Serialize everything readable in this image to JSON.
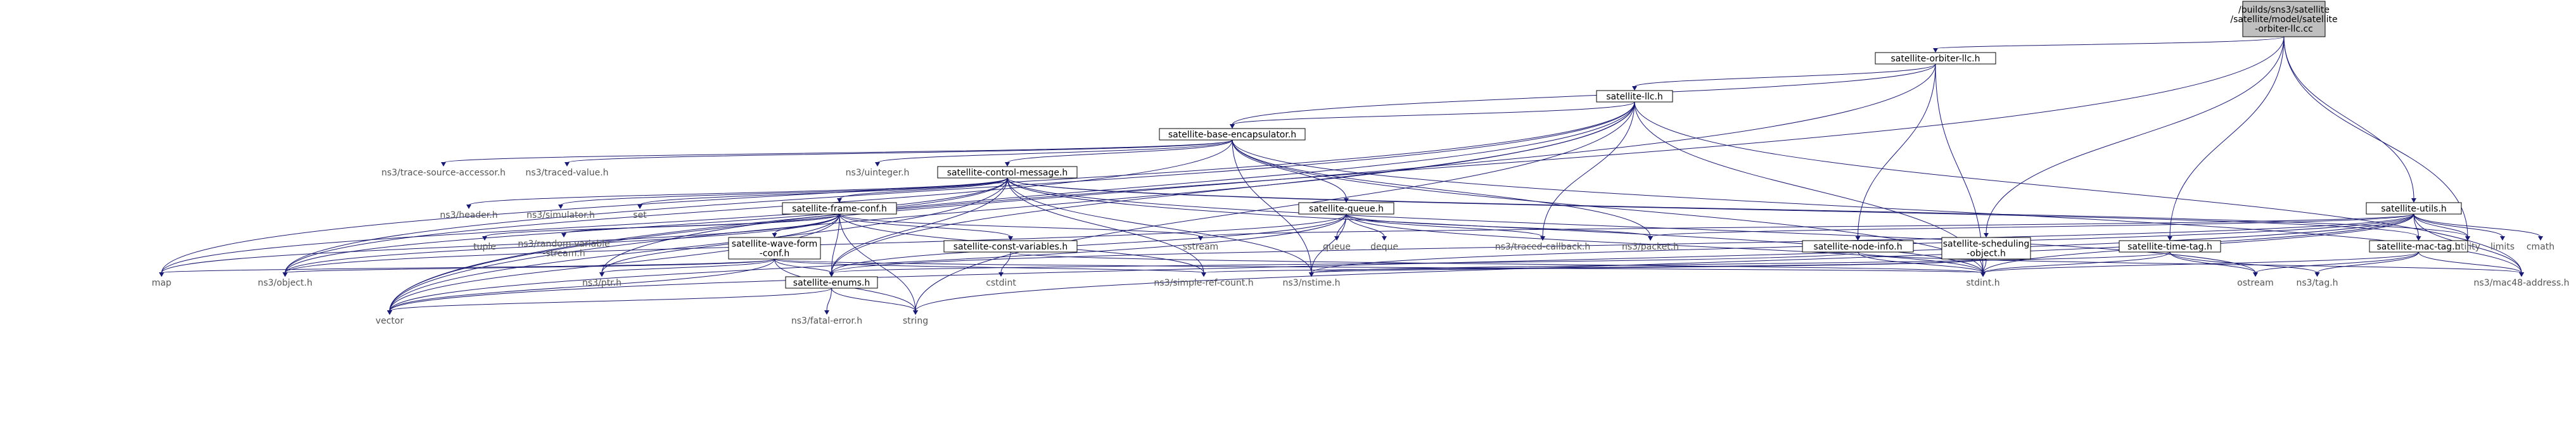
{
  "graph": {
    "edge_color": "#191970",
    "root_fill": "#bfbfbf",
    "nodes": [
      {
        "id": "root",
        "kind": "root",
        "label": [
          "/builds/sns3/satellite",
          "/satellite/model/satellite",
          "-orbiter-llc.cc"
        ]
      },
      {
        "id": "orbiter_llc_h",
        "kind": "own",
        "label": [
          "satellite-orbiter-llc.h"
        ]
      },
      {
        "id": "llc_h",
        "kind": "own",
        "label": [
          "satellite-llc.h"
        ]
      },
      {
        "id": "base_encap_h",
        "kind": "own",
        "label": [
          "satellite-base-encapsulator.h"
        ]
      },
      {
        "id": "control_msg_h",
        "kind": "own",
        "label": [
          "satellite-control-message.h"
        ]
      },
      {
        "id": "frame_conf_h",
        "kind": "own",
        "label": [
          "satellite-frame-conf.h"
        ]
      },
      {
        "id": "queue_h",
        "kind": "own",
        "label": [
          "satellite-queue.h"
        ]
      },
      {
        "id": "utils_h",
        "kind": "own",
        "label": [
          "satellite-utils.h"
        ]
      },
      {
        "id": "wave_form_h",
        "kind": "own",
        "label": [
          "satellite-wave-form",
          "-conf.h"
        ]
      },
      {
        "id": "const_vars_h",
        "kind": "own",
        "label": [
          "satellite-const-variables.h"
        ]
      },
      {
        "id": "node_info_h",
        "kind": "own",
        "label": [
          "satellite-node-info.h"
        ]
      },
      {
        "id": "sched_obj_h",
        "kind": "own",
        "label": [
          "satellite-scheduling",
          "-object.h"
        ]
      },
      {
        "id": "time_tag_h",
        "kind": "own",
        "label": [
          "satellite-time-tag.h"
        ]
      },
      {
        "id": "mac_tag_h",
        "kind": "own",
        "label": [
          "satellite-mac-tag.h"
        ]
      },
      {
        "id": "enums_h",
        "kind": "own",
        "label": [
          "satellite-enums.h"
        ]
      },
      {
        "id": "trace_src",
        "kind": "ext",
        "label": [
          "ns3/trace-source-accessor.h"
        ]
      },
      {
        "id": "traced_value",
        "kind": "ext",
        "label": [
          "ns3/traced-value.h"
        ]
      },
      {
        "id": "uinteger",
        "kind": "ext",
        "label": [
          "ns3/uinteger.h"
        ]
      },
      {
        "id": "header",
        "kind": "ext",
        "label": [
          "ns3/header.h"
        ]
      },
      {
        "id": "simulator",
        "kind": "ext",
        "label": [
          "ns3/simulator.h"
        ]
      },
      {
        "id": "set",
        "kind": "ext",
        "label": [
          "set"
        ]
      },
      {
        "id": "tuple",
        "kind": "ext",
        "label": [
          "tuple"
        ]
      },
      {
        "id": "random_var",
        "kind": "ext",
        "label": [
          "ns3/random-variable",
          "-stream.h"
        ]
      },
      {
        "id": "sstream",
        "kind": "ext",
        "label": [
          "sstream"
        ]
      },
      {
        "id": "queue",
        "kind": "ext",
        "label": [
          "queue"
        ]
      },
      {
        "id": "deque",
        "kind": "ext",
        "label": [
          "deque"
        ]
      },
      {
        "id": "traced_cb",
        "kind": "ext",
        "label": [
          "ns3/traced-callback.h"
        ]
      },
      {
        "id": "packet",
        "kind": "ext",
        "label": [
          "ns3/packet.h"
        ]
      },
      {
        "id": "limits",
        "kind": "ext",
        "label": [
          "limits"
        ]
      },
      {
        "id": "cmath",
        "kind": "ext",
        "label": [
          "cmath"
        ]
      },
      {
        "id": "utility",
        "kind": "ext",
        "label": [
          "utility"
        ]
      },
      {
        "id": "map",
        "kind": "ext",
        "label": [
          "map"
        ]
      },
      {
        "id": "object",
        "kind": "ext",
        "label": [
          "ns3/object.h"
        ]
      },
      {
        "id": "ptr",
        "kind": "ext",
        "label": [
          "ns3/ptr.h"
        ]
      },
      {
        "id": "simple_ref",
        "kind": "ext",
        "label": [
          "ns3/simple-ref-count.h"
        ]
      },
      {
        "id": "nstime",
        "kind": "ext",
        "label": [
          "ns3/nstime.h"
        ]
      },
      {
        "id": "stdint",
        "kind": "ext",
        "label": [
          "stdint.h"
        ]
      },
      {
        "id": "ostream",
        "kind": "ext",
        "label": [
          "ostream"
        ]
      },
      {
        "id": "tag",
        "kind": "ext",
        "label": [
          "ns3/tag.h"
        ]
      },
      {
        "id": "mac48",
        "kind": "ext",
        "label": [
          "ns3/mac48-address.h"
        ]
      },
      {
        "id": "cstdint",
        "kind": "ext",
        "label": [
          "cstdint"
        ]
      },
      {
        "id": "vector",
        "kind": "ext",
        "label": [
          "vector"
        ]
      },
      {
        "id": "fatal_error",
        "kind": "ext",
        "label": [
          "ns3/fatal-error.h"
        ]
      },
      {
        "id": "string",
        "kind": "ext",
        "label": [
          "string"
        ]
      }
    ],
    "edges": [
      [
        "root",
        "orbiter_llc_h"
      ],
      [
        "root",
        "utils_h"
      ],
      [
        "root",
        "time_tag_h"
      ],
      [
        "root",
        "sched_obj_h"
      ],
      [
        "root",
        "utility"
      ],
      [
        "root",
        "vector"
      ],
      [
        "orbiter_llc_h",
        "llc_h"
      ],
      [
        "orbiter_llc_h",
        "base_encap_h"
      ],
      [
        "orbiter_llc_h",
        "node_info_h"
      ],
      [
        "orbiter_llc_h",
        "stdint"
      ],
      [
        "orbiter_llc_h",
        "vector"
      ],
      [
        "llc_h",
        "base_encap_h"
      ],
      [
        "llc_h",
        "map"
      ],
      [
        "llc_h",
        "object"
      ],
      [
        "llc_h",
        "ptr"
      ],
      [
        "llc_h",
        "traced_cb"
      ],
      [
        "llc_h",
        "stdint"
      ],
      [
        "llc_h",
        "mac48"
      ],
      [
        "llc_h",
        "enums_h"
      ],
      [
        "llc_h",
        "string"
      ],
      [
        "llc_h",
        "vector"
      ],
      [
        "base_encap_h",
        "trace_src"
      ],
      [
        "base_encap_h",
        "traced_value"
      ],
      [
        "base_encap_h",
        "uinteger"
      ],
      [
        "base_encap_h",
        "control_msg_h"
      ],
      [
        "base_encap_h",
        "queue_h"
      ],
      [
        "base_encap_h",
        "object"
      ],
      [
        "base_encap_h",
        "packet"
      ],
      [
        "base_encap_h",
        "nstime"
      ],
      [
        "base_encap_h",
        "stdint"
      ],
      [
        "base_encap_h",
        "mac48"
      ],
      [
        "control_msg_h",
        "header"
      ],
      [
        "control_msg_h",
        "simulator"
      ],
      [
        "control_msg_h",
        "set"
      ],
      [
        "control_msg_h",
        "frame_conf_h"
      ],
      [
        "control_msg_h",
        "enums_h"
      ],
      [
        "control_msg_h",
        "mac_tag_h"
      ],
      [
        "control_msg_h",
        "map"
      ],
      [
        "control_msg_h",
        "object"
      ],
      [
        "control_msg_h",
        "simple_ref"
      ],
      [
        "control_msg_h",
        "nstime"
      ],
      [
        "control_msg_h",
        "stdint"
      ],
      [
        "control_msg_h",
        "vector"
      ],
      [
        "control_msg_h",
        "utility"
      ],
      [
        "control_msg_h",
        "ostream"
      ],
      [
        "frame_conf_h",
        "tuple"
      ],
      [
        "frame_conf_h",
        "random_var"
      ],
      [
        "frame_conf_h",
        "wave_form_h"
      ],
      [
        "frame_conf_h",
        "const_vars_h"
      ],
      [
        "frame_conf_h",
        "sstream"
      ],
      [
        "frame_conf_h",
        "enums_h"
      ],
      [
        "frame_conf_h",
        "map"
      ],
      [
        "frame_conf_h",
        "object"
      ],
      [
        "frame_conf_h",
        "ptr"
      ],
      [
        "frame_conf_h",
        "simple_ref"
      ],
      [
        "frame_conf_h",
        "vector"
      ],
      [
        "frame_conf_h",
        "string"
      ],
      [
        "wave_form_h",
        "map"
      ],
      [
        "wave_form_h",
        "object"
      ],
      [
        "wave_form_h",
        "ptr"
      ],
      [
        "wave_form_h",
        "simple_ref"
      ],
      [
        "wave_form_h",
        "enums_h"
      ],
      [
        "wave_form_h",
        "vector"
      ],
      [
        "wave_form_h",
        "string"
      ],
      [
        "wave_form_h",
        "stdint"
      ],
      [
        "const_vars_h",
        "cstdint"
      ],
      [
        "const_vars_h",
        "stdint"
      ],
      [
        "queue_h",
        "queue"
      ],
      [
        "queue_h",
        "deque"
      ],
      [
        "queue_h",
        "traced_cb"
      ],
      [
        "queue_h",
        "packet"
      ],
      [
        "queue_h",
        "object"
      ],
      [
        "queue_h",
        "nstime"
      ],
      [
        "queue_h",
        "stdint"
      ],
      [
        "queue_h",
        "vector"
      ],
      [
        "queue_h",
        "enums_h"
      ],
      [
        "utils_h",
        "sstream"
      ],
      [
        "utils_h",
        "packet"
      ],
      [
        "utils_h",
        "mac_tag_h"
      ],
      [
        "utils_h",
        "limits"
      ],
      [
        "utils_h",
        "cmath"
      ],
      [
        "utils_h",
        "utility"
      ],
      [
        "utils_h",
        "mac48"
      ],
      [
        "utils_h",
        "stdint"
      ],
      [
        "utils_h",
        "nstime"
      ],
      [
        "utils_h",
        "enums_h"
      ],
      [
        "utils_h",
        "vector"
      ],
      [
        "utils_h",
        "string"
      ],
      [
        "node_info_h",
        "enums_h"
      ],
      [
        "node_info_h",
        "mac48"
      ],
      [
        "node_info_h",
        "stdint"
      ],
      [
        "sched_obj_h",
        "simple_ref"
      ],
      [
        "sched_obj_h",
        "nstime"
      ],
      [
        "sched_obj_h",
        "stdint"
      ],
      [
        "time_tag_h",
        "tag"
      ],
      [
        "time_tag_h",
        "nstime"
      ],
      [
        "time_tag_h",
        "ostream"
      ],
      [
        "time_tag_h",
        "stdint"
      ],
      [
        "mac_tag_h",
        "tag"
      ],
      [
        "mac_tag_h",
        "mac48"
      ],
      [
        "mac_tag_h",
        "ostream"
      ],
      [
        "mac_tag_h",
        "stdint"
      ],
      [
        "enums_h",
        "fatal_error"
      ],
      [
        "enums_h",
        "string"
      ],
      [
        "enums_h",
        "vector"
      ]
    ]
  }
}
